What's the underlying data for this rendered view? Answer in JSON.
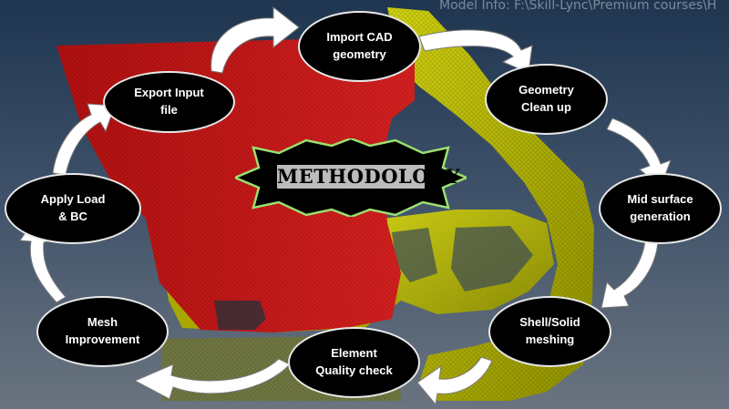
{
  "model_info": "Model Info: F:\\Skill-Lync\\Premium courses\\H",
  "title": "METHODOLOGY",
  "steps": [
    {
      "id": "import",
      "label": "Import CAD\ngeometry"
    },
    {
      "id": "cleanup",
      "label": "Geometry\nClean up"
    },
    {
      "id": "midsurface",
      "label": "Mid surface\ngeneration"
    },
    {
      "id": "meshing",
      "label": "Shell/Solid\nmeshing"
    },
    {
      "id": "quality",
      "label": "Element\nQuality check"
    },
    {
      "id": "improvement",
      "label": "Mesh\nImprovement"
    },
    {
      "id": "load",
      "label": "Apply Load\n& BC"
    },
    {
      "id": "export",
      "label": "Export Input\nfile"
    }
  ],
  "colors": {
    "background_top": "#1f3550",
    "background_bottom": "#6a7480",
    "red_panel": "#c41a1a",
    "yellow_frame": "#b5b800",
    "node_fill": "#000000",
    "node_text": "#ffffff",
    "title_border": "#9be070",
    "title_fill": "#bcbcbc",
    "arrow": "#ffffff"
  }
}
